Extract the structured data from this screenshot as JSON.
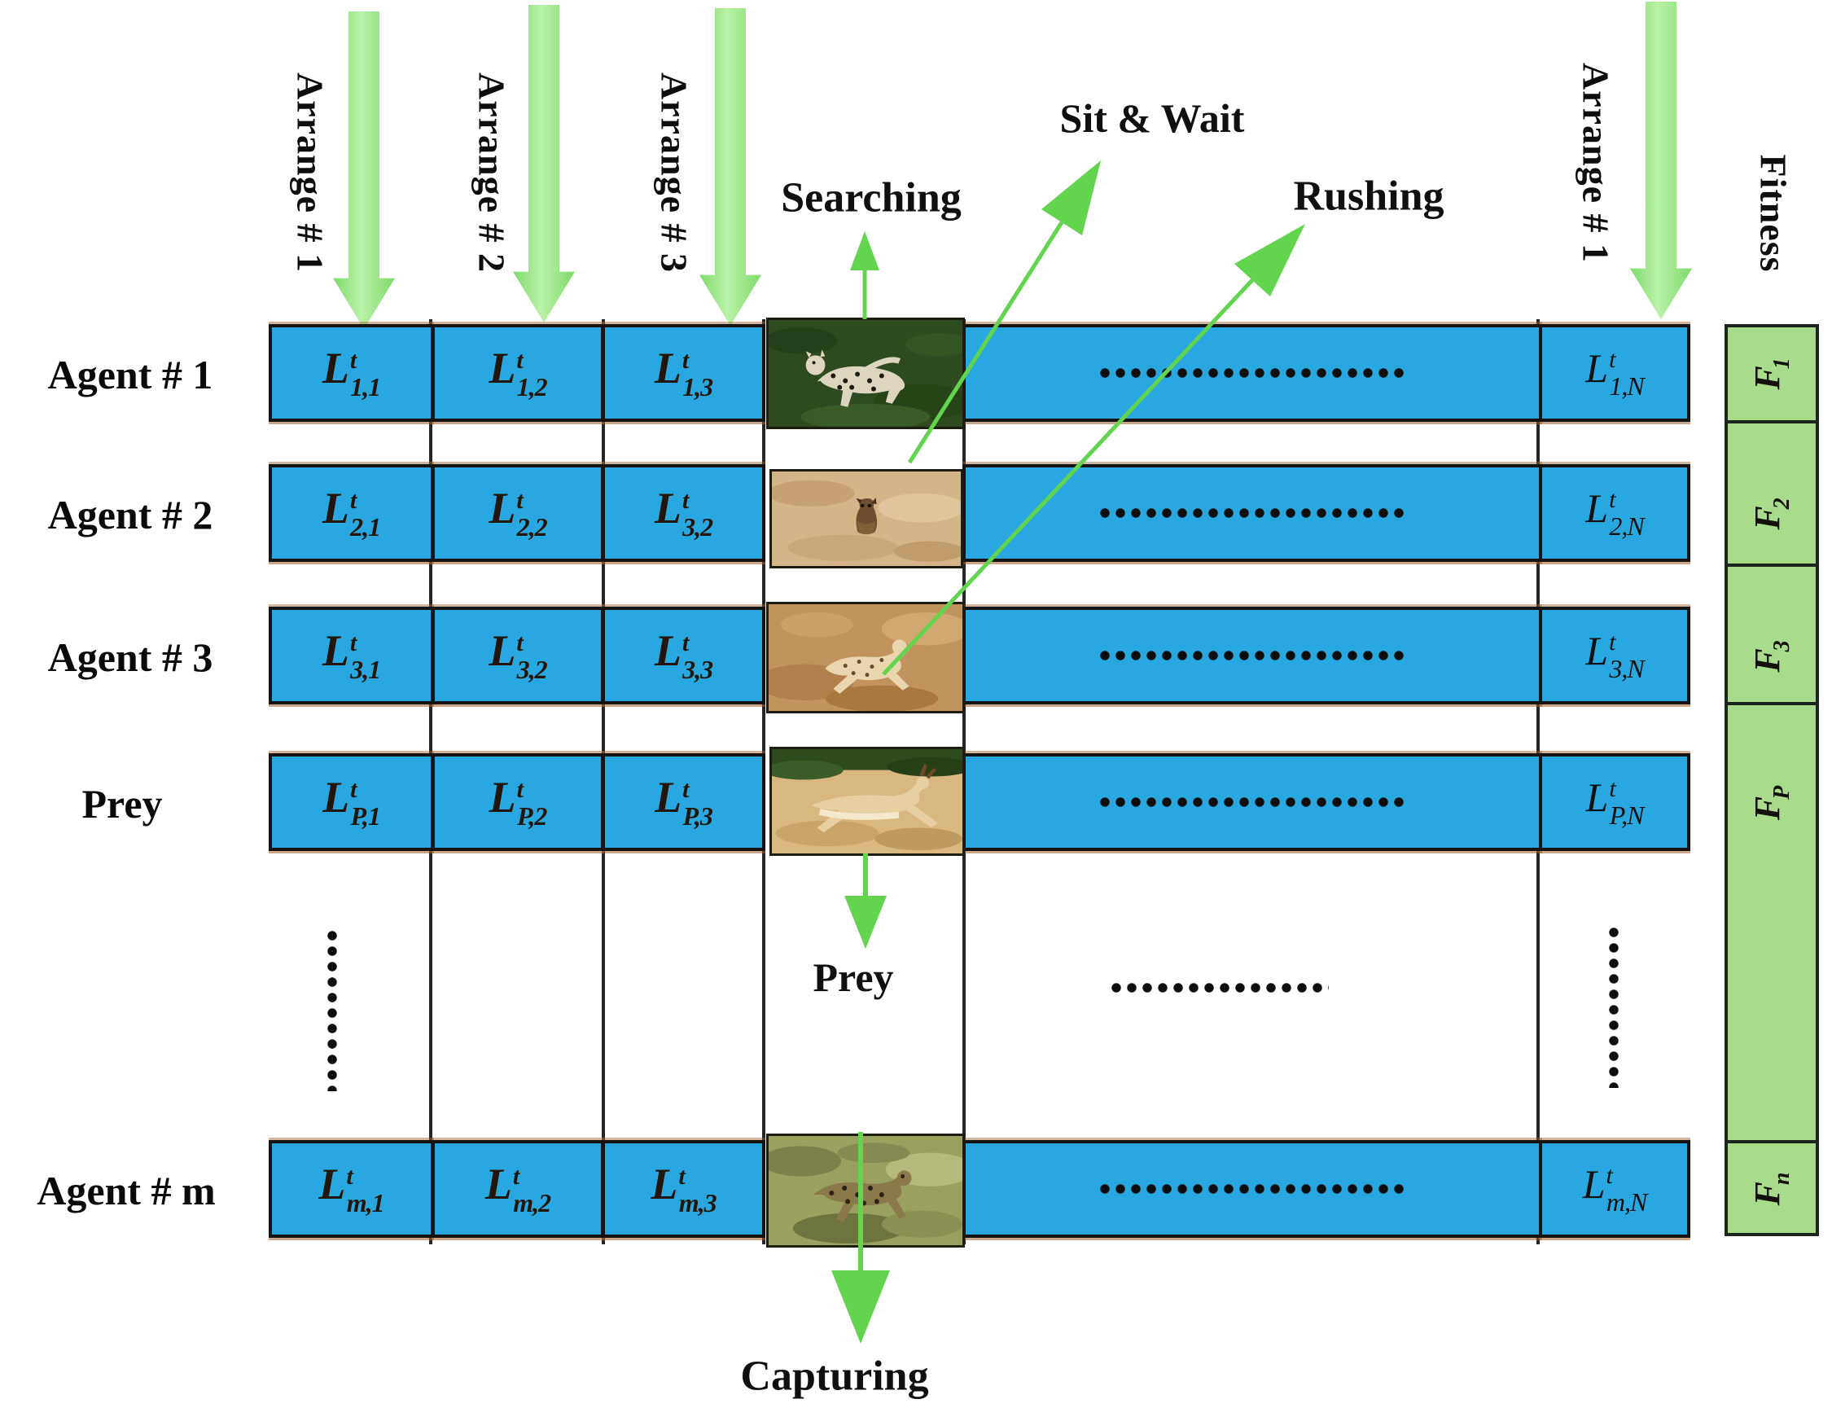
{
  "figure": {
    "headers": {
      "arrange_labels": [
        "Arrange # 1",
        "Arrange # 2",
        "Arrange # 3",
        "Arrange # 1"
      ],
      "fitness_label": "Fitness"
    },
    "annotations": {
      "searching": "Searching",
      "sit_and_wait": "Sit & Wait",
      "rushing": "Rushing",
      "prey_pointer": "Prey",
      "capturing": "Capturing"
    },
    "rows": [
      {
        "label": "Agent # 1",
        "image": "cheetah-searching-grass",
        "cells": [
          {
            "base": "L",
            "sup": "t",
            "sub": "1,1"
          },
          {
            "base": "L",
            "sup": "t",
            "sub": "1,2"
          },
          {
            "base": "L",
            "sup": "t",
            "sub": "1,3"
          }
        ],
        "last_cell": {
          "base": "L",
          "sup": "t",
          "sub": "1,N"
        },
        "fitness": {
          "base": "F",
          "sub": "1"
        }
      },
      {
        "label": "Agent # 2",
        "image": "cheetah-sit-and-wait-sand",
        "cells": [
          {
            "base": "L",
            "sup": "t",
            "sub": "2,1"
          },
          {
            "base": "L",
            "sup": "t",
            "sub": "2,2"
          },
          {
            "base": "L",
            "sup": "t",
            "sub": "3,2"
          }
        ],
        "last_cell": {
          "base": "L",
          "sup": "t",
          "sub": "2,N"
        },
        "fitness": {
          "base": "F",
          "sub": "2"
        }
      },
      {
        "label": "Agent # 3",
        "image": "cheetah-rushing-sand",
        "cells": [
          {
            "base": "L",
            "sup": "t",
            "sub": "3,1"
          },
          {
            "base": "L",
            "sup": "t",
            "sub": "3,2"
          },
          {
            "base": "L",
            "sup": "t",
            "sub": "3,3"
          }
        ],
        "last_cell": {
          "base": "L",
          "sup": "t",
          "sub": "3,N"
        },
        "fitness": {
          "base": "F",
          "sub": "3"
        }
      },
      {
        "label": "Prey",
        "image": "gazelle-leaping",
        "cells": [
          {
            "base": "L",
            "sup": "t",
            "sub": "P,1"
          },
          {
            "base": "L",
            "sup": "t",
            "sub": "P,2"
          },
          {
            "base": "L",
            "sup": "t",
            "sub": "P,3"
          }
        ],
        "last_cell": {
          "base": "L",
          "sup": "t",
          "sub": "P,N"
        },
        "fitness": {
          "base": "F",
          "sub": "P"
        }
      },
      {
        "label": "Agent # m",
        "image": "cheetah-capturing-camouflage",
        "cells": [
          {
            "base": "L",
            "sup": "t",
            "sub": "m,1"
          },
          {
            "base": "L",
            "sup": "t",
            "sub": "m,2"
          },
          {
            "base": "L",
            "sup": "t",
            "sub": "m,3"
          }
        ],
        "last_cell": {
          "base": "L",
          "sup": "t",
          "sub": "m,N"
        },
        "fitness": {
          "base": "F",
          "sub": "n"
        }
      }
    ],
    "colors": {
      "cell_blue": "#29a7e0",
      "fitness_green": "#a8dc8b",
      "thin_arrow_green": "#62d44e",
      "big_arrow_green": "#8ce07a"
    }
  }
}
